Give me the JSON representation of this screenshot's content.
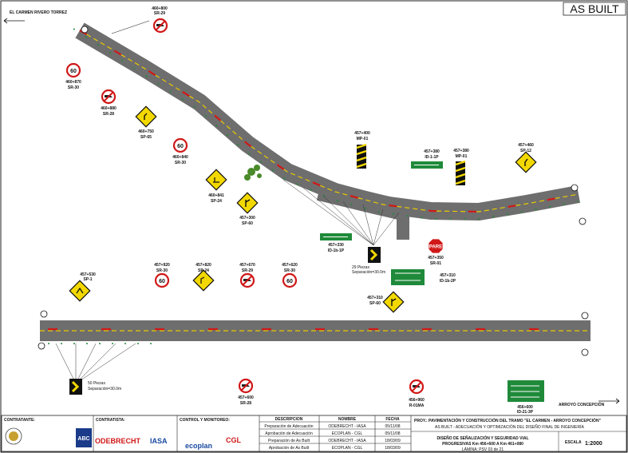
{
  "header": {
    "stamp": "AS BUILT",
    "left_direction": "EL CARMEN RIVERO TORREZ",
    "right_direction": "ARROYO CONCEPCIÓN"
  },
  "upper_road": {
    "sign_labels": [
      {
        "code": "460+800",
        "type": "SR-29"
      },
      {
        "code": "460+870",
        "type": "SR-30"
      },
      {
        "code": "460+880",
        "type": "SR-28"
      },
      {
        "code": "460+750",
        "type": "SP-65"
      },
      {
        "code": "460+840",
        "type": "SR-30"
      },
      {
        "code": "460+841",
        "type": "SP-24"
      },
      {
        "code": "457+300",
        "type": "SP-60"
      },
      {
        "code": "457+400",
        "type": "MP-01"
      },
      {
        "code": "457+380",
        "type": "ID-1-1P"
      },
      {
        "code": "457+380",
        "type": "MP-01"
      },
      {
        "code": "457+460",
        "type": "SP-12"
      },
      {
        "code": "457+330",
        "type": "ID-1b-1P"
      },
      {
        "code": "457+350",
        "type": "SR-01"
      },
      {
        "code": "457+310",
        "type": "ID-1b-2P"
      }
    ],
    "stop_text": "PARE",
    "chevron_note": "29 Piezas",
    "chevron_sep": "Separación=30.0m"
  },
  "lower_road": {
    "sign_labels": [
      {
        "code": "457+530",
        "type": "SP-1"
      },
      {
        "code": "457+920",
        "type": "SR-30"
      },
      {
        "code": "457+820",
        "type": "SP-24"
      },
      {
        "code": "457+670",
        "type": "SR-29"
      },
      {
        "code": "457+620",
        "type": "SR-30"
      },
      {
        "code": "457+310",
        "type": "SP-60"
      },
      {
        "code": "457+600",
        "type": "SR-28"
      },
      {
        "code": "456+960",
        "type": "R-01MA"
      },
      {
        "code": "456+600",
        "type": "ID-21-3P"
      }
    ],
    "speed_value": "60",
    "chevron_note": "50 Piezas",
    "chevron_sep": "Separación=30.0m"
  },
  "title_block": {
    "contratante": "CONTRATANTE:",
    "contratista": "CONTRATISTA:",
    "control": "CONTROL Y MONITOREO:",
    "contractor_logo": "ODEBRECHT",
    "partner_logo": "IASA",
    "control_logo": "CGL",
    "eco_logo": "ecoplan",
    "abc": "ABC",
    "col_desc": "DESCRIPCION",
    "col_name": "NOMBRE",
    "col_date": "FECHA",
    "rows": [
      {
        "d": "Preparación de Adecuación",
        "n": "ODEBRECHT - IASA",
        "f": "05/11/08"
      },
      {
        "d": "Aprobación de Adecuación",
        "n": "ECOPLAN - CGL",
        "f": "05/11/08"
      },
      {
        "d": "Preparación de As Built",
        "n": "ODEBRECHT - IASA",
        "f": "18/03/09"
      },
      {
        "d": "Aprobación de As Built",
        "n": "ECOPLAN - CGL",
        "f": "18/03/09"
      }
    ],
    "project": "PROY.: PAVIMENTACIÓN Y CONSTRUCCIÓN DEL TRAMO \"EL CARMEN - ARROYO CONCEPCIÓN\"",
    "subproject": "AS BUILT - ADECUACIÓN Y OPTIMIZACIÓN DEL DISEÑO FINAL DE INGENIERÍA",
    "drawing_title": "DISEÑO DE SEÑALIZACIÓN Y SEGURIDAD VIAL",
    "progressive": "PROGRESIVAS Km 456+600 A Km 461+080",
    "scale_label": "ESCALA",
    "scale_value": "1:2000",
    "sheet_num": "LÁMINA: PSV 03 de 21"
  },
  "colors": {
    "road": "#6e6e6e",
    "center_line": "#e8c800",
    "red": "#d01818",
    "green": "#1f8a3a",
    "sign_yellow": "#f2d800"
  }
}
